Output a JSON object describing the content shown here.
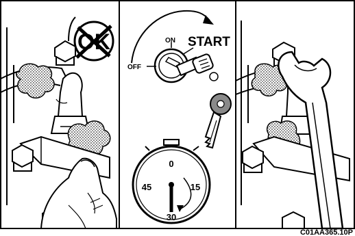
{
  "figure": {
    "code": "C01AA365.10P",
    "colors": {
      "ink": "#000000",
      "paper": "#ffffff",
      "stipple": "#6e6e6e"
    }
  },
  "panels": [
    {
      "id": "left",
      "depicts": "hand-finger-tightening-fitting",
      "symbols": {
        "prohibited_ok_text": "OK"
      }
    },
    {
      "id": "middle",
      "depicts": "ignition-key-and-stopwatch",
      "ignition": {
        "off": "OFF",
        "on": "ON",
        "start": "START"
      },
      "stopwatch": {
        "labels": {
          "top": "0",
          "right": "15",
          "bottom": "30",
          "left": "45"
        }
      }
    },
    {
      "id": "right",
      "depicts": "wrench-on-fitting"
    }
  ]
}
